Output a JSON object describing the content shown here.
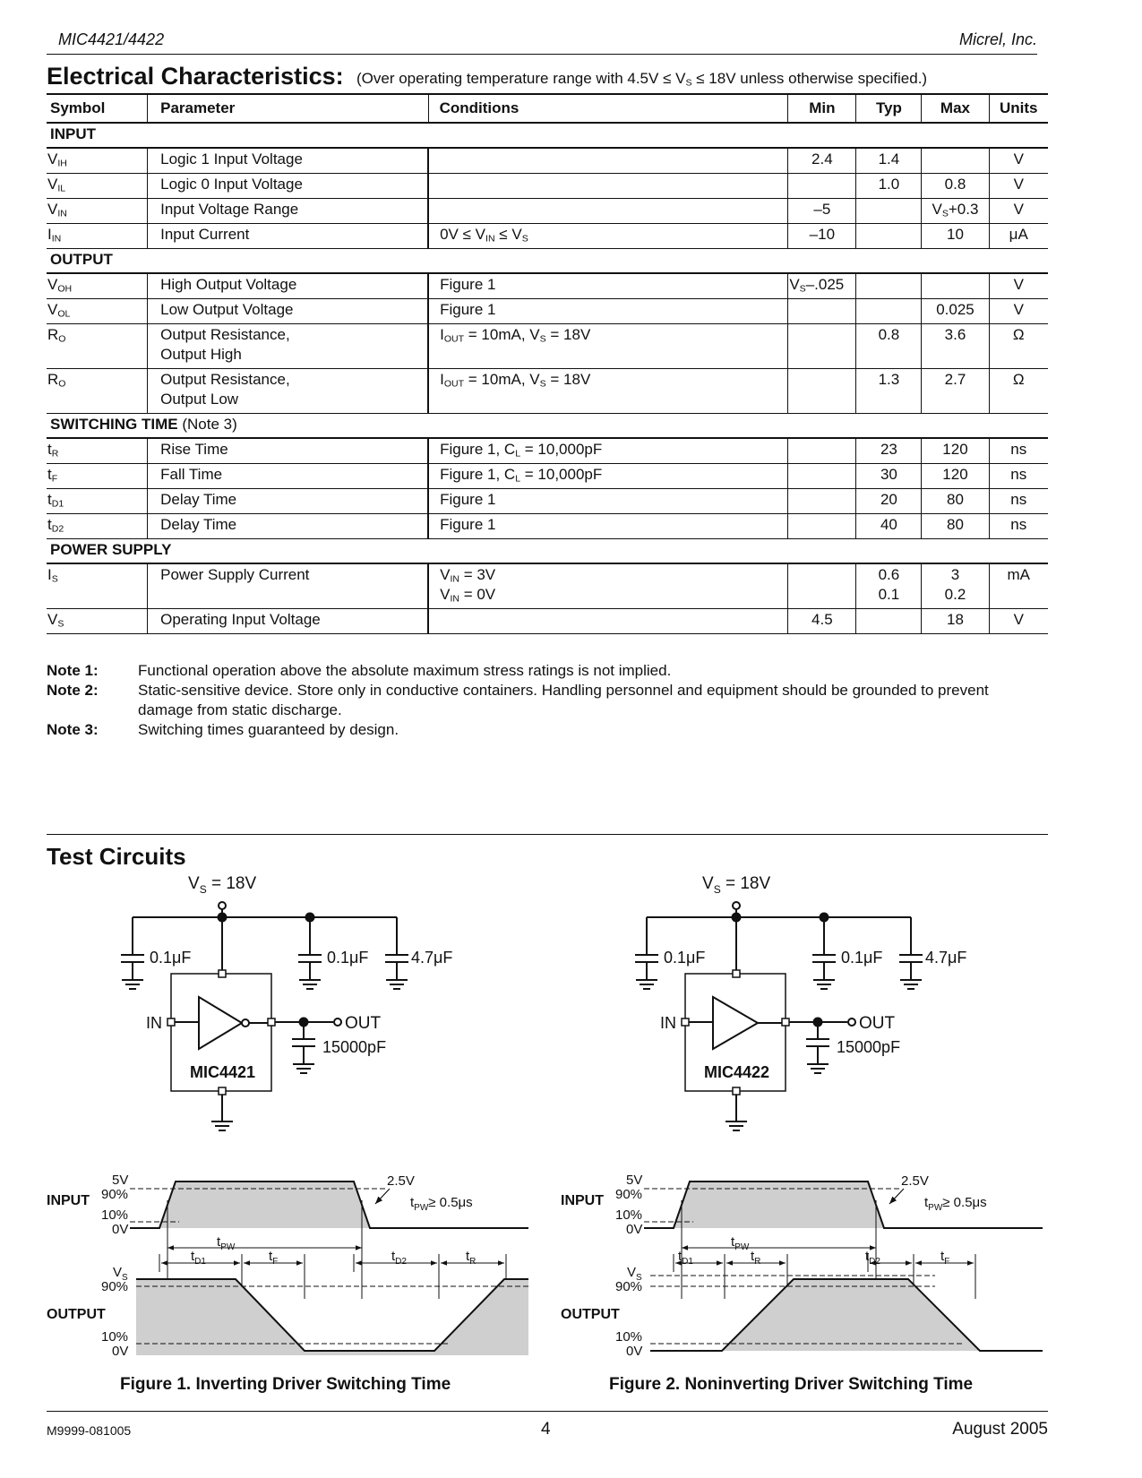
{
  "header": {
    "left": "MIC4421/4422",
    "right": "Micrel, Inc."
  },
  "ec": {
    "title": "Electrical Characteristics:",
    "subtitle_a": "(Over operating temperature range with 4.5V ≤ V",
    "subtitle_sub": "S",
    "subtitle_b": "≤ 18V unless otherwise specified.)",
    "headers": [
      "Symbol",
      "Parameter",
      "Conditions",
      "Min",
      "Typ",
      "Max",
      "Units"
    ],
    "sections": {
      "input": "INPUT",
      "output": "OUTPUT",
      "switching": "SWITCHING TIME",
      "switching_note": "(Note 3)",
      "power": "POWER SUPPLY"
    },
    "rows": {
      "vih": {
        "sym": "V",
        "sub": "IH",
        "param": "Logic 1 Input Voltage",
        "min": "2.4",
        "typ": "1.4",
        "max": "",
        "units": "V"
      },
      "vil": {
        "sym": "V",
        "sub": "IL",
        "param": "Logic 0 Input Voltage",
        "min": "",
        "typ": "1.0",
        "max": "0.8",
        "units": "V"
      },
      "vin": {
        "sym": "V",
        "sub": "IN",
        "param": "Input Voltage Range",
        "min": "–5",
        "typ": "",
        "max_a": "V",
        "max_sub": "S",
        "max_b": "+0.3",
        "units": "V"
      },
      "iin": {
        "sym": "I",
        "sub": "IN",
        "param": "Input Current",
        "cond_a": "0V ≤ V",
        "cond_sub1": "IN",
        "cond_b": "≤ V",
        "cond_sub2": "S",
        "min": "–10",
        "typ": "",
        "max": "10",
        "units": "μA"
      },
      "voh": {
        "sym": "V",
        "sub": "OH",
        "param": "High Output Voltage",
        "cond": "Figure 1",
        "min_a": "V",
        "min_sub": "S",
        "min_b": "–.025",
        "typ": "",
        "max": "",
        "units": "V"
      },
      "vol": {
        "sym": "V",
        "sub": "OL",
        "param": "Low Output Voltage",
        "cond": "Figure 1",
        "min": "",
        "typ": "",
        "max": "0.025",
        "units": "V"
      },
      "roh": {
        "sym": "R",
        "sub": "O",
        "param1": "Output Resistance,",
        "param2": "Output High",
        "cond_a": "I",
        "cond_sub1": "OUT",
        "cond_b": " = 10mA, V",
        "cond_sub2": "S",
        "cond_c": " = 18V",
        "min": "",
        "typ": "0.8",
        "max": "3.6",
        "units": "Ω"
      },
      "rol": {
        "sym": "R",
        "sub": "O",
        "param1": "Output Resistance,",
        "param2": "Output Low",
        "cond_a": "I",
        "cond_sub1": "OUT",
        "cond_b": " = 10mA, V",
        "cond_sub2": "S",
        "cond_c": " = 18V",
        "min": "",
        "typ": "1.3",
        "max": "2.7",
        "units": "Ω"
      },
      "tr": {
        "sym": "t",
        "sub": "R",
        "param": "Rise Time",
        "cond_a": "Figure 1, C",
        "cond_sub": "L",
        "cond_b": " = 10,000pF",
        "min": "",
        "typ": "23",
        "max": "120",
        "units": "ns"
      },
      "tf": {
        "sym": "t",
        "sub": "F",
        "param": "Fall Time",
        "cond_a": "Figure 1, C",
        "cond_sub": "L",
        "cond_b": " = 10,000pF",
        "min": "",
        "typ": "30",
        "max": "120",
        "units": "ns"
      },
      "td1": {
        "sym": "t",
        "sub": "D1",
        "param": "Delay Time",
        "cond": "Figure 1",
        "min": "",
        "typ": "20",
        "max": "80",
        "units": "ns"
      },
      "td2": {
        "sym": "t",
        "sub": "D2",
        "param": "Delay Time",
        "cond": "Figure 1",
        "min": "",
        "typ": "40",
        "max": "80",
        "units": "ns"
      },
      "is": {
        "sym": "I",
        "sub": "S",
        "param": "Power Supply Current",
        "cond1_a": "V",
        "cond1_sub": "IN",
        "cond1_b": " = 3V",
        "cond2_a": "V",
        "cond2_sub": "IN",
        "cond2_b": " = 0V",
        "min": "",
        "typ1": "0.6",
        "typ2": "0.1",
        "max1": "3",
        "max2": "0.2",
        "units": "mA"
      },
      "vs": {
        "sym": "V",
        "sub": "S",
        "param": "Operating Input Voltage",
        "min": "4.5",
        "typ": "",
        "max": "18",
        "units": "V"
      }
    }
  },
  "notes": [
    {
      "label": "Note 1:",
      "text": "Functional operation above the absolute maximum stress ratings is not implied."
    },
    {
      "label": "Note 2:",
      "text": "Static-sensitive device. Store only in conductive containers. Handling personnel and equipment should be grounded to prevent damage from static discharge."
    },
    {
      "label": "Note 3:",
      "text": "Switching times guaranteed by design."
    }
  ],
  "test_circuits": {
    "title": "Test Circuits",
    "vs_a": "V",
    "vs_sub": "S",
    "vs_b": " = 18V",
    "cap1": "0.1μF",
    "cap2": "0.1μF",
    "cap3": "4.7μF",
    "cap_load": "15000pF",
    "in": "IN",
    "out": "OUT",
    "chip1": "MIC4421",
    "chip2": "MIC4422"
  },
  "timing": {
    "input": "INPUT",
    "output": "OUTPUT",
    "v5": "5V",
    "p90": "90%",
    "p10": "10%",
    "v0": "0V",
    "vs": "V",
    "vs_sub": "S",
    "v25": "2.5V",
    "tpw": "t",
    "tpw_sub": "PW",
    "tpw_cond": "≥ 0.5μs",
    "t": "t",
    "d1": "D1",
    "d2": "D2",
    "f": "F",
    "r": "R",
    "fig1": "Figure 1.  Inverting Driver Switching Time",
    "fig2": "Figure 2.  Noninverting Driver Switching Time"
  },
  "footer": {
    "left": "M9999-081005",
    "center": "4",
    "right": "August 2005"
  }
}
